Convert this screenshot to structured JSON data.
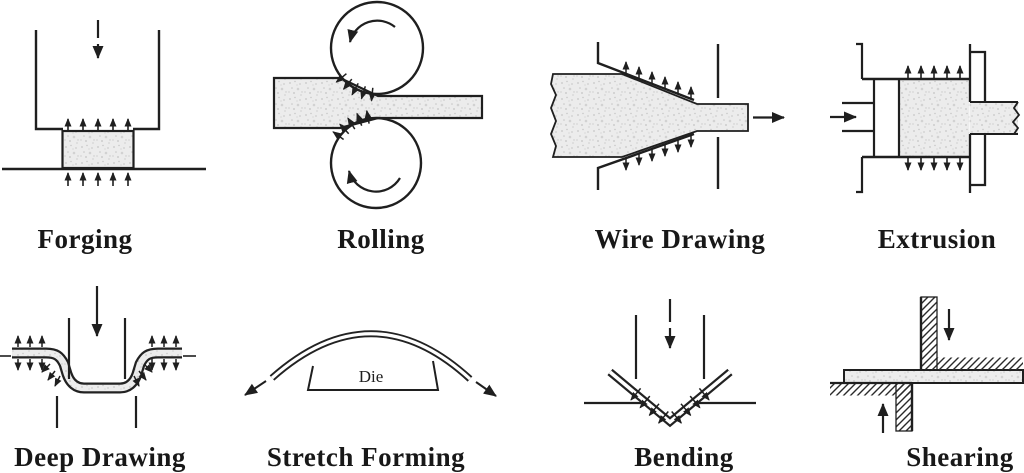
{
  "figure": {
    "background_color": "#ffffff",
    "ink_color": "#1f1f1f",
    "workpiece_fill": "#ececec"
  },
  "processes": [
    {
      "id": "forging",
      "label": "Forging"
    },
    {
      "id": "rolling",
      "label": "Rolling"
    },
    {
      "id": "wire-drawing",
      "label": "Wire Drawing"
    },
    {
      "id": "extrusion",
      "label": "Extrusion"
    },
    {
      "id": "deep-drawing",
      "label": "Deep Drawing"
    },
    {
      "id": "stretch-forming",
      "label": "Stretch Forming"
    },
    {
      "id": "bending",
      "label": "Bending"
    },
    {
      "id": "shearing",
      "label": "Shearing"
    }
  ],
  "annotations": {
    "die_label": "Die"
  }
}
